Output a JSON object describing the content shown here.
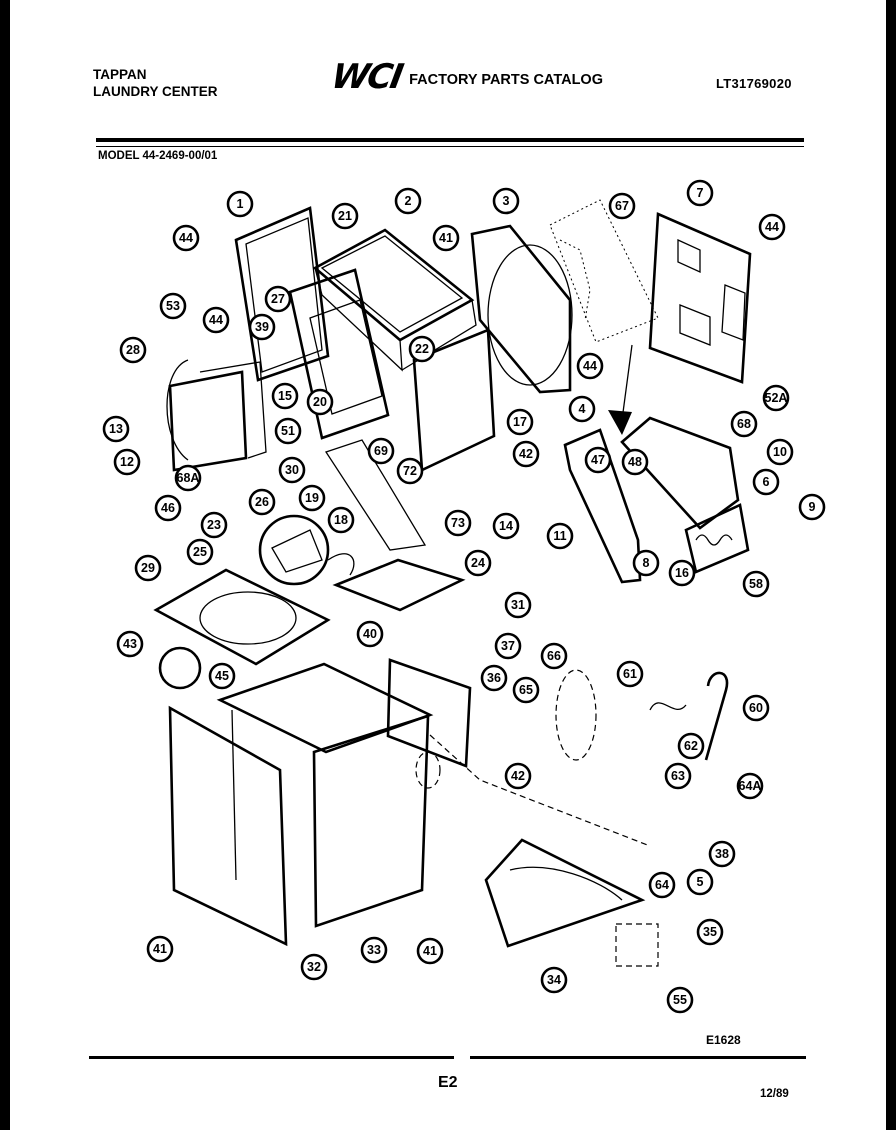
{
  "header": {
    "brand_line1": "TAPPAN",
    "brand_line2": "LAUNDRY CENTER",
    "logo": "WCI",
    "catalog_title": "FACTORY PARTS CATALOG",
    "catalog_number": "LT31769020"
  },
  "model_line": "MODEL 44-2469-00/01",
  "callouts": [
    "1",
    "2",
    "3",
    "67",
    "7",
    "44",
    "21",
    "41",
    "44",
    "27",
    "39",
    "53",
    "44",
    "28",
    "22",
    "44",
    "15",
    "20",
    "52A",
    "13",
    "51",
    "69",
    "17",
    "4",
    "68",
    "10",
    "12",
    "68A",
    "30",
    "72",
    "42",
    "47",
    "48",
    "6",
    "26",
    "19",
    "46",
    "23",
    "18",
    "73",
    "14",
    "11",
    "9",
    "25",
    "24",
    "8",
    "16",
    "58",
    "29",
    "31",
    "40",
    "37",
    "66",
    "43",
    "45",
    "36",
    "65",
    "61",
    "60",
    "62",
    "42",
    "63",
    "64A",
    "38",
    "64",
    "5",
    "35",
    "41",
    "32",
    "33",
    "41",
    "34",
    "55"
  ],
  "figure_number": "E1628",
  "page_number": "E2",
  "date_code": "12/89"
}
